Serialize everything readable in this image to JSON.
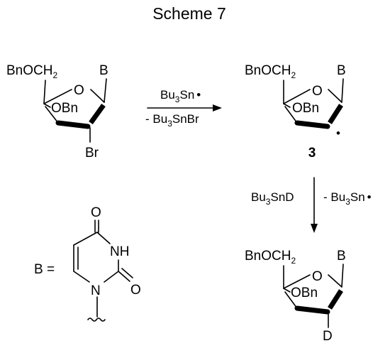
{
  "title": "Scheme 7",
  "molecules": {
    "start": {
      "substituent": "BnOCH",
      "sub2": "2",
      "base": "B",
      "ring_o": "O",
      "obn": "OBn",
      "halogen": "Br"
    },
    "radical": {
      "substituent": "BnOCH",
      "sub2": "2",
      "base": "B",
      "ring_o": "O",
      "obn": "OBn",
      "radical_dot": "•",
      "compound_number": "3"
    },
    "product": {
      "substituent": "BnOCH",
      "sub2": "2",
      "base": "B",
      "ring_o": "O",
      "obn": "OBn",
      "deuterium": "D"
    }
  },
  "arrow1": {
    "above": {
      "a": "Bu",
      "sub": "3",
      "b": "Sn",
      "dot": "•"
    },
    "below": {
      "a": "- Bu",
      "sub": "3",
      "b": "SnBr"
    }
  },
  "arrow2": {
    "left": {
      "a": "Bu",
      "sub": "3",
      "b": "SnD"
    },
    "right": {
      "a": "- Bu",
      "sub": "3",
      "b": "Sn",
      "dot": "•"
    }
  },
  "base_def": {
    "label": "B =",
    "o_top": "O",
    "nh": "NH",
    "n": "N",
    "o_right": "O"
  }
}
